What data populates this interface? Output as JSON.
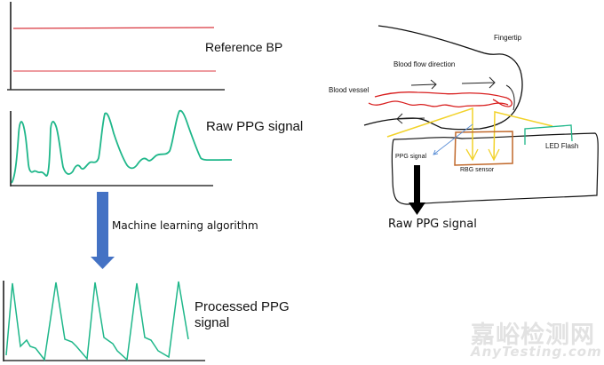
{
  "left_panel": {
    "reference_bp": {
      "label": "Reference BP",
      "line_color": "#d9363e"
    },
    "raw_ppg": {
      "label": "Raw PPG signal",
      "line_color": "#1fb78a"
    },
    "arrow": {
      "label": "Machine learning algorithm",
      "color": "#4472c4"
    },
    "processed_ppg": {
      "label_line1": "Processed PPG",
      "label_line2": "signal",
      "line_color": "#1fb78a"
    }
  },
  "right_panel": {
    "fingertip_label": "Fingertip",
    "blood_flow_label": "Blood flow direction",
    "blood_vessel_label": "Blood vessel",
    "ppg_signal_label": "PPG signal",
    "rbg_sensor_label": "RBG sensor",
    "led_flash_label": "LED Flash",
    "output_label": "Raw PPG signal",
    "colors": {
      "vessel": "#d81e1e",
      "light": "#f2d22a",
      "sensor": "#c0682a",
      "led": "#1fb78a",
      "signal_arrow": "#5b8fd6"
    }
  },
  "watermark": {
    "cn": "嘉峪检测网",
    "en": "AnyTesting.com"
  }
}
